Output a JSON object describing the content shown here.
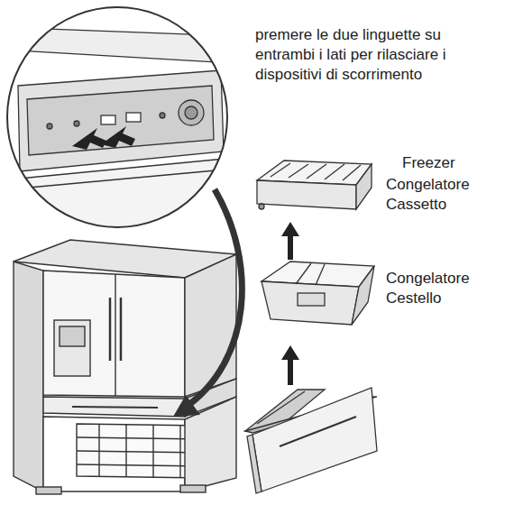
{
  "diagram": {
    "labels": [
      "premere le due linguette su entrambi i lati per rilasciare i dispositivi di scorrimento",
      "Freezer",
      "Congelatore Cassetto",
      "Congelatore Cestello"
    ]
  }
}
